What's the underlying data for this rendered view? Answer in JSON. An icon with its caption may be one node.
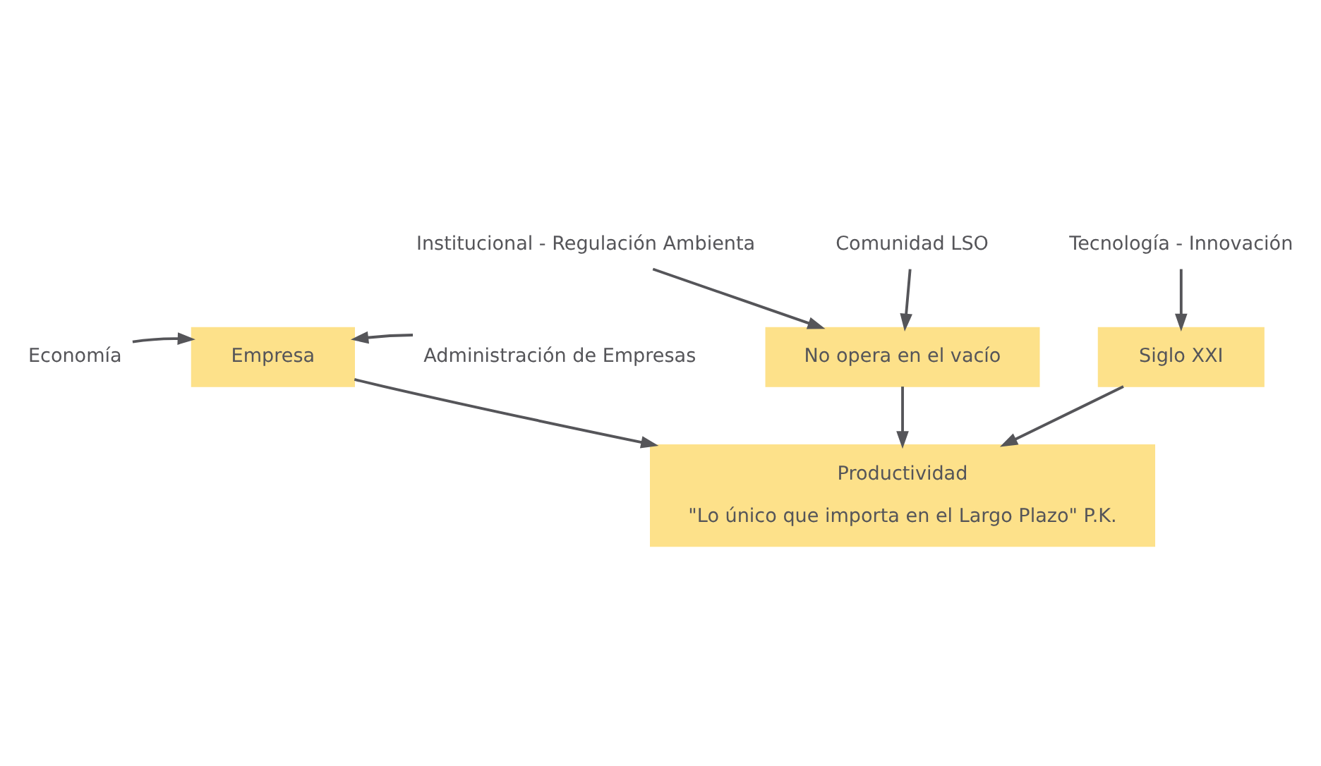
{
  "diagram": {
    "nodes": [
      {
        "text": [
          "Economía"
        ]
      },
      {
        "text": [
          "Empresa"
        ]
      },
      {
        "text": [
          "Administración de Empresas"
        ]
      },
      {
        "text": [
          "Productividad",
          "\"Lo único que importa en el Largo Plazo\" P.K."
        ]
      },
      {
        "text": [
          "No opera en el vacío"
        ]
      },
      {
        "text": [
          "Siglo XXI"
        ]
      },
      {
        "text": [
          "Institucional - Regulación Ambienta"
        ]
      },
      {
        "text": [
          "Comunidad LSO"
        ]
      },
      {
        "text": [
          "Tecnología - Innovación"
        ]
      }
    ],
    "edges": [
      {
        "from": 0,
        "to": 1,
        "arrow": "to"
      },
      {
        "from": 2,
        "to": 1,
        "arrow": "to"
      },
      {
        "from": 1,
        "to": 3,
        "arrow": "to"
      },
      {
        "from": 4,
        "to": 3,
        "arrow": "to"
      },
      {
        "from": 5,
        "to": 3,
        "arrow": "to"
      },
      {
        "from": 6,
        "to": 4,
        "arrow": "to"
      },
      {
        "from": 7,
        "to": 4,
        "arrow": "to"
      },
      {
        "from": 8,
        "to": 5,
        "arrow": "to"
      }
    ]
  }
}
